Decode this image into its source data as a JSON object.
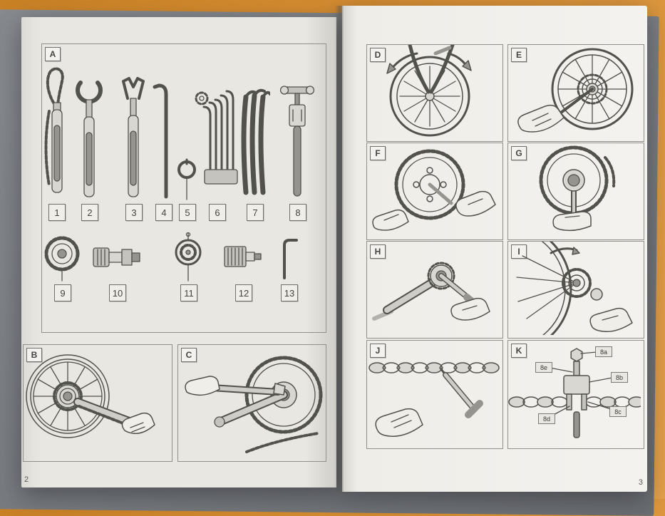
{
  "colors": {
    "backdrop_orange": "#d98f33",
    "mat_gray": "#7d8185",
    "page_left": "#e9e7e2",
    "page_right": "#f4f2ee",
    "panel_border": "#90908a",
    "line_art": "#52524d"
  },
  "left_page": {
    "page_number": "2",
    "panels": {
      "a": {
        "label": "A",
        "tool_numbers": [
          "1",
          "2",
          "3",
          "4",
          "5",
          "6",
          "7",
          "8",
          "9",
          "10",
          "11",
          "12",
          "13"
        ]
      },
      "b": {
        "label": "B"
      },
      "c": {
        "label": "C"
      }
    }
  },
  "right_page": {
    "page_number": "3",
    "panels": {
      "d": {
        "label": "D"
      },
      "e": {
        "label": "E"
      },
      "f": {
        "label": "F"
      },
      "g": {
        "label": "G"
      },
      "h": {
        "label": "H"
      },
      "i": {
        "label": "I"
      },
      "j": {
        "label": "J"
      },
      "k": {
        "label": "K",
        "part_labels": [
          "8a",
          "8e",
          "8b",
          "8c",
          "8d"
        ]
      }
    }
  }
}
